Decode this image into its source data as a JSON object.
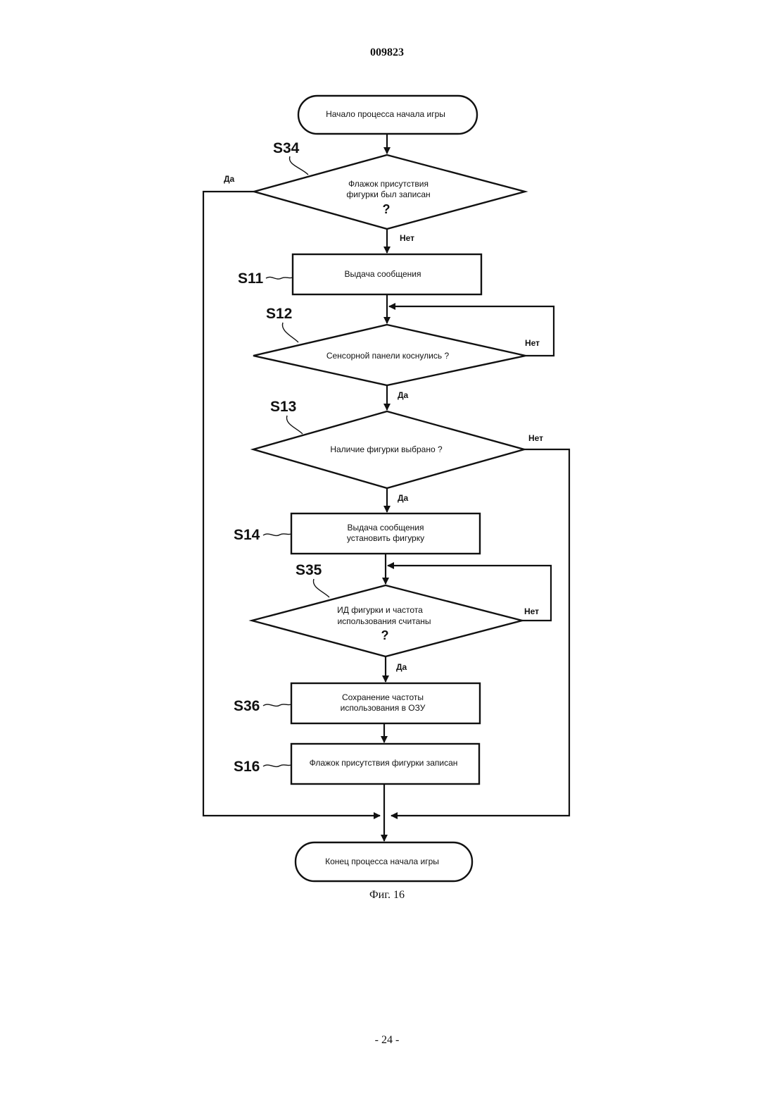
{
  "header": {
    "doc_number": "009823"
  },
  "footer": {
    "caption": "Фиг. 16",
    "page": "- 24 -"
  },
  "flow": {
    "start": "Начало процесса начала игры",
    "end": "Конец процесса начала игры",
    "s34": {
      "id": "S34",
      "line1": "Флажок присутствия",
      "line2": "фигурки был записан",
      "mark": "?",
      "yes": "Да",
      "no": "Нет"
    },
    "s11": {
      "id": "S11",
      "text": "Выдача сообщения"
    },
    "s12": {
      "id": "S12",
      "text": "Сенсорной панели коснулись  ?",
      "yes": "Да",
      "no": "Нет"
    },
    "s13": {
      "id": "S13",
      "text": "Наличие фигурки выбрано ?",
      "yes": "Да",
      "no": "Нет"
    },
    "s14": {
      "id": "S14",
      "line1": "Выдача сообщения",
      "line2": "установить фигурку"
    },
    "s35": {
      "id": "S35",
      "line1": "ИД фигурки и частота",
      "line2": "использования считаны",
      "mark": "?",
      "yes": "Да",
      "no": "Нет"
    },
    "s36": {
      "id": "S36",
      "line1": "Сохранение частоты",
      "line2": "использования в ОЗУ"
    },
    "s16": {
      "id": "S16",
      "text": "Флажок присутствия фигурки записан"
    }
  }
}
